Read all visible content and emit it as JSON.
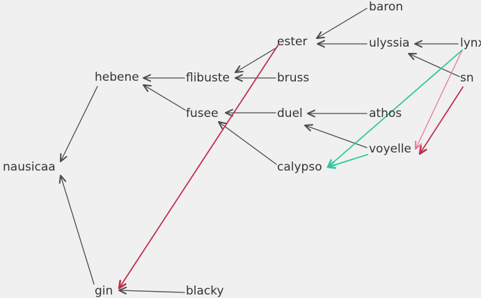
{
  "nodes": [
    {
      "id": "baron",
      "label": "baron"
    },
    {
      "id": "ester",
      "label": "ester"
    },
    {
      "id": "ulyssia",
      "label": "ulyssia"
    },
    {
      "id": "lynx",
      "label": "lynx"
    },
    {
      "id": "hebene",
      "label": "hebene"
    },
    {
      "id": "flibuste",
      "label": "flibuste"
    },
    {
      "id": "bruss",
      "label": "bruss"
    },
    {
      "id": "sn",
      "label": "sn"
    },
    {
      "id": "fusee",
      "label": "fusee"
    },
    {
      "id": "duel",
      "label": "duel"
    },
    {
      "id": "athos",
      "label": "athos"
    },
    {
      "id": "voyelle",
      "label": "voyelle"
    },
    {
      "id": "nausicaa",
      "label": "nausicaa"
    },
    {
      "id": "calypso",
      "label": "calypso"
    },
    {
      "id": "gin",
      "label": "gin"
    },
    {
      "id": "blacky",
      "label": "blacky"
    }
  ],
  "edges": [
    {
      "from": "baron",
      "to": "ester",
      "color": "#4a4a4a"
    },
    {
      "from": "ulyssia",
      "to": "ester",
      "color": "#4a4a4a"
    },
    {
      "from": "lynx",
      "to": "ulyssia",
      "color": "#4a4a4a"
    },
    {
      "from": "sn",
      "to": "ulyssia",
      "color": "#4a4a4a"
    },
    {
      "from": "ester",
      "to": "flibuste",
      "color": "#4a4a4a"
    },
    {
      "from": "bruss",
      "to": "flibuste",
      "color": "#4a4a4a"
    },
    {
      "from": "flibuste",
      "to": "hebene",
      "color": "#4a4a4a"
    },
    {
      "from": "fusee",
      "to": "hebene",
      "color": "#4a4a4a"
    },
    {
      "from": "duel",
      "to": "fusee",
      "color": "#4a4a4a"
    },
    {
      "from": "calypso",
      "to": "fusee",
      "color": "#4a4a4a"
    },
    {
      "from": "athos",
      "to": "duel",
      "color": "#4a4a4a"
    },
    {
      "from": "voyelle",
      "to": "duel",
      "color": "#4a4a4a"
    },
    {
      "from": "hebene",
      "to": "nausicaa",
      "color": "#4a4a4a"
    },
    {
      "from": "gin",
      "to": "nausicaa",
      "color": "#4a4a4a"
    },
    {
      "from": "blacky",
      "to": "gin",
      "color": "#4a4a4a"
    },
    {
      "from": "ester",
      "to": "gin",
      "color": "#c0304a"
    },
    {
      "from": "sn",
      "to": "voyelle",
      "color": "#c0304a"
    },
    {
      "from": "lynx",
      "to": "voyelle",
      "color": "#e8759a"
    },
    {
      "from": "lynx",
      "to": "calypso",
      "color": "#30c8a0"
    },
    {
      "from": "voyelle",
      "to": "calypso",
      "color": "#30c8a0"
    }
  ]
}
